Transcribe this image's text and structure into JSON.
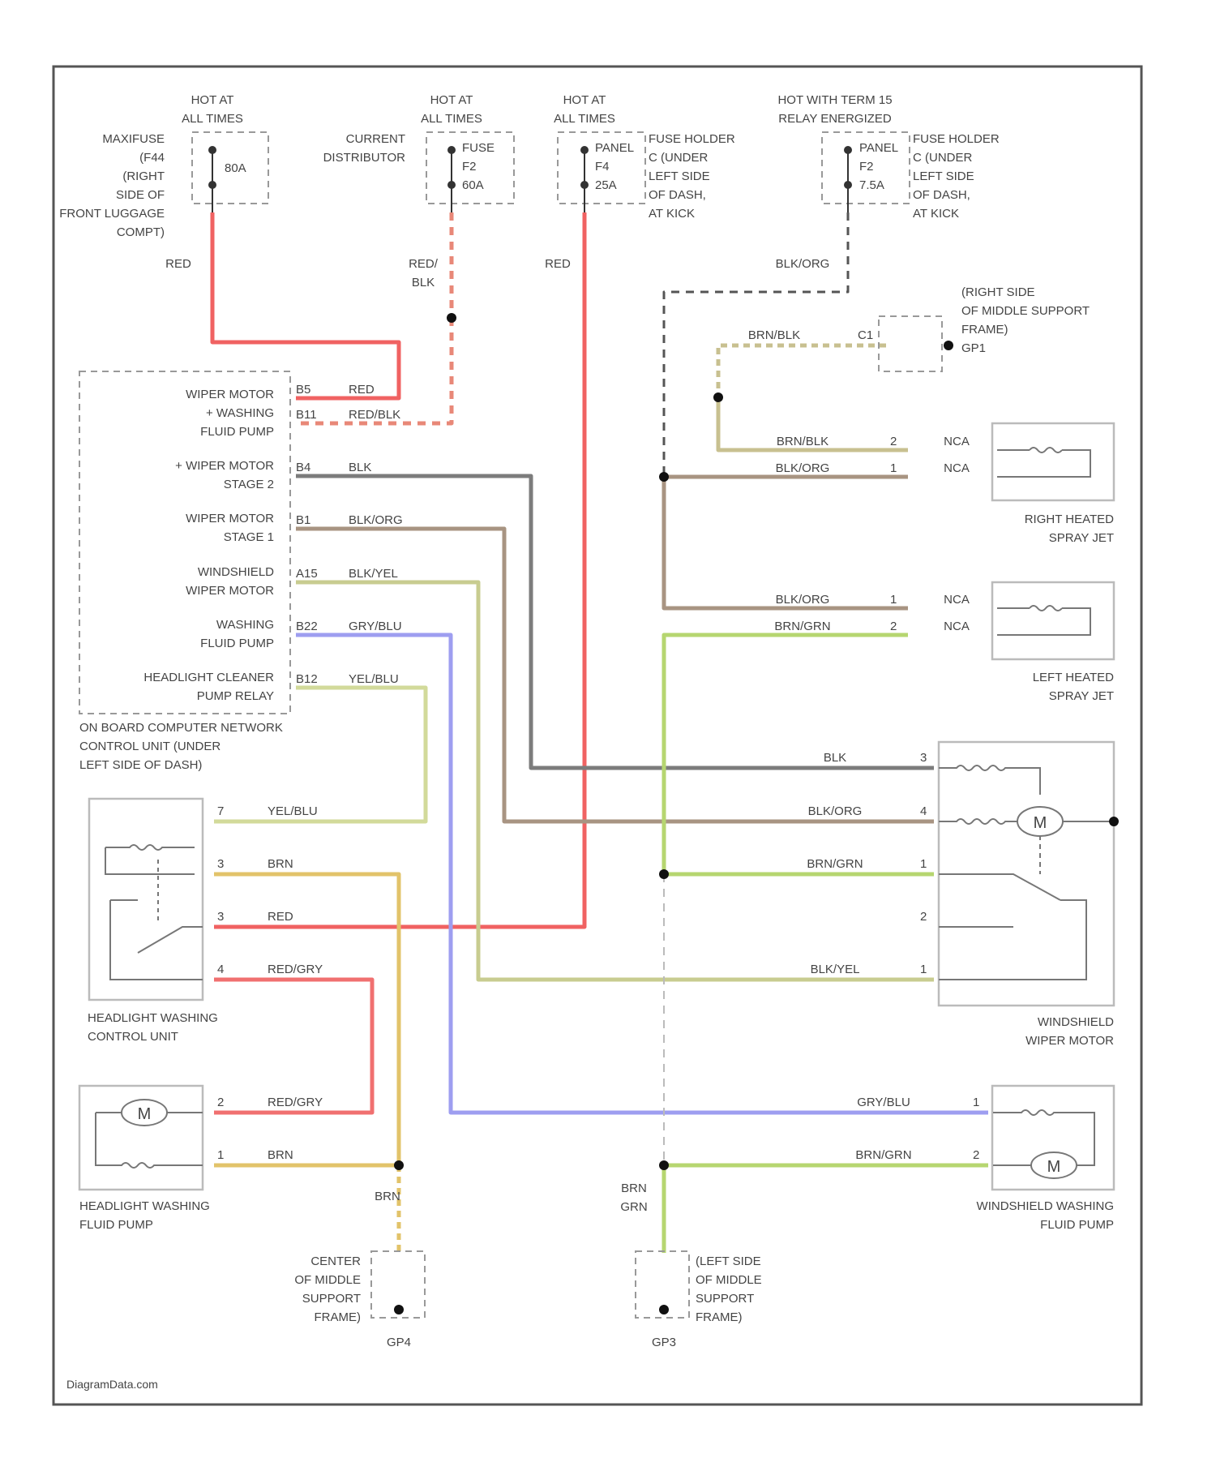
{
  "colors": {
    "red": "#f06262",
    "red_blk": "#e88878",
    "blk": "#7c7c7c",
    "blk_org": "#a89482",
    "blk_yel": "#c8cc90",
    "gry_blu": "#9e9ef0",
    "yel_blu": "#d2da9a",
    "brn_grn": "#b6d670",
    "brn_blk": "#c8c090",
    "brn": "#e2c36a",
    "red_gry": "#f07070",
    "ground": "#111111"
  },
  "power": [
    {
      "hot": [
        "HOT AT",
        "ALL TIMES"
      ],
      "desc": [
        "MAXIFUSE",
        "(F44",
        "(RIGHT",
        "SIDE OF",
        "FRONT LUGGAGE",
        "COMPT)"
      ],
      "rating": [
        "80A"
      ],
      "wire": "RED"
    },
    {
      "hot": [
        "HOT AT",
        "ALL TIMES"
      ],
      "desc": [
        "CURRENT",
        "DISTRIBUTOR"
      ],
      "rating": [
        "FUSE",
        "F2",
        "60A"
      ],
      "wire": "RED/ BLK"
    },
    {
      "hot": [
        "HOT AT",
        "ALL TIMES"
      ],
      "desc": [
        "FUSE HOLDER",
        "C (UNDER",
        "LEFT SIDE",
        "OF DASH,",
        "AT KICK"
      ],
      "rating": [
        "PANEL",
        "F4",
        "25A"
      ],
      "wire": "RED"
    },
    {
      "hot": [
        "HOT WITH TERM 15",
        "RELAY ENERGIZED"
      ],
      "desc": [
        "FUSE HOLDER",
        "C (UNDER",
        "LEFT SIDE",
        "OF DASH,",
        "AT KICK"
      ],
      "rating": [
        "PANEL",
        "F2",
        "7.5A"
      ],
      "wire": "BLK/ORG"
    }
  ],
  "control_unit": {
    "label": [
      "ON BOARD COMPUTER NETWORK",
      "CONTROL UNIT (UNDER",
      "LEFT SIDE OF DASH)"
    ],
    "pins": [
      {
        "name": [
          "WIPER MOTOR",
          "+ WASHING",
          "FLUID PUMP"
        ],
        "pin": "B5",
        "wire": "RED",
        "pin2": "B11",
        "wire2": "RED/BLK"
      },
      {
        "name": [
          "+ WIPER MOTOR",
          "STAGE 2"
        ],
        "pin": "B4",
        "wire": "BLK"
      },
      {
        "name": [
          "WIPER MOTOR",
          "STAGE 1"
        ],
        "pin": "B1",
        "wire": "BLK/ORG"
      },
      {
        "name": [
          "WINDSHIELD",
          "WIPER MOTOR"
        ],
        "pin": "A15",
        "wire": "BLK/YEL"
      },
      {
        "name": [
          "WASHING",
          "FLUID PUMP"
        ],
        "pin": "B22",
        "wire": "GRY/BLU"
      },
      {
        "name": [
          "HEADLIGHT CLEANER",
          "PUMP RELAY"
        ],
        "pin": "B12",
        "wire": "YEL/BLU"
      }
    ]
  },
  "right_ground_top": {
    "label": [
      "(RIGHT SIDE",
      "OF MIDDLE SUPPORT",
      "FRAME)",
      "GP1"
    ],
    "wire": "BRN/BLK",
    "pin": "C1"
  },
  "spray_right": {
    "label": [
      "RIGHT HEATED",
      "SPRAY JET"
    ],
    "rows": [
      {
        "wire": "BRN/BLK",
        "pin": "2",
        "nca": "NCA"
      },
      {
        "wire": "BLK/ORG",
        "pin": "1",
        "nca": "NCA"
      }
    ]
  },
  "spray_left": {
    "label": [
      "LEFT HEATED",
      "SPRAY JET"
    ],
    "rows": [
      {
        "wire": "BLK/ORG",
        "pin": "1",
        "nca": "NCA"
      },
      {
        "wire": "BRN/GRN",
        "pin": "2",
        "nca": "NCA"
      }
    ]
  },
  "wiper_motor": {
    "label": [
      "WINDSHIELD",
      "WIPER MOTOR"
    ],
    "rows": [
      {
        "wire": "BLK",
        "pin": "3"
      },
      {
        "wire": "BLK/ORG",
        "pin": "4"
      },
      {
        "wire": "BRN/GRN",
        "pin": "1"
      },
      {
        "wire": "",
        "pin": "2"
      },
      {
        "wire": "BLK/YEL",
        "pin": "1"
      }
    ],
    "motor": "M"
  },
  "headlight_control": {
    "label": [
      "HEADLIGHT WASHING",
      "CONTROL UNIT"
    ],
    "rows": [
      {
        "pin": "7",
        "wire": "YEL/BLU"
      },
      {
        "pin": "3",
        "wire": "BRN"
      },
      {
        "pin": "3",
        "wire": "RED"
      },
      {
        "pin": "4",
        "wire": "RED/GRY"
      }
    ]
  },
  "headlight_pump": {
    "label": [
      "HEADLIGHT WASHING",
      "FLUID PUMP"
    ],
    "rows": [
      {
        "pin": "2",
        "wire": "RED/GRY"
      },
      {
        "pin": "1",
        "wire": "BRN"
      }
    ],
    "motor": "M"
  },
  "washer_pump": {
    "label": [
      "WINDSHIELD WASHING",
      "FLUID PUMP"
    ],
    "rows": [
      {
        "pin": "1",
        "wire": "GRY/BLU"
      },
      {
        "pin": "2",
        "wire": "BRN/GRN"
      }
    ],
    "motor": "M"
  },
  "ground_center": {
    "label": [
      "CENTER",
      "OF MIDDLE",
      "SUPPORT",
      "FRAME)"
    ],
    "id": "GP4",
    "wire": "BRN"
  },
  "ground_left": {
    "label": [
      "(LEFT SIDE",
      "OF MIDDLE",
      "SUPPORT",
      "FRAME)"
    ],
    "id": "GP3",
    "wire": "BRN GRN"
  },
  "watermark": "DiagramData.com"
}
